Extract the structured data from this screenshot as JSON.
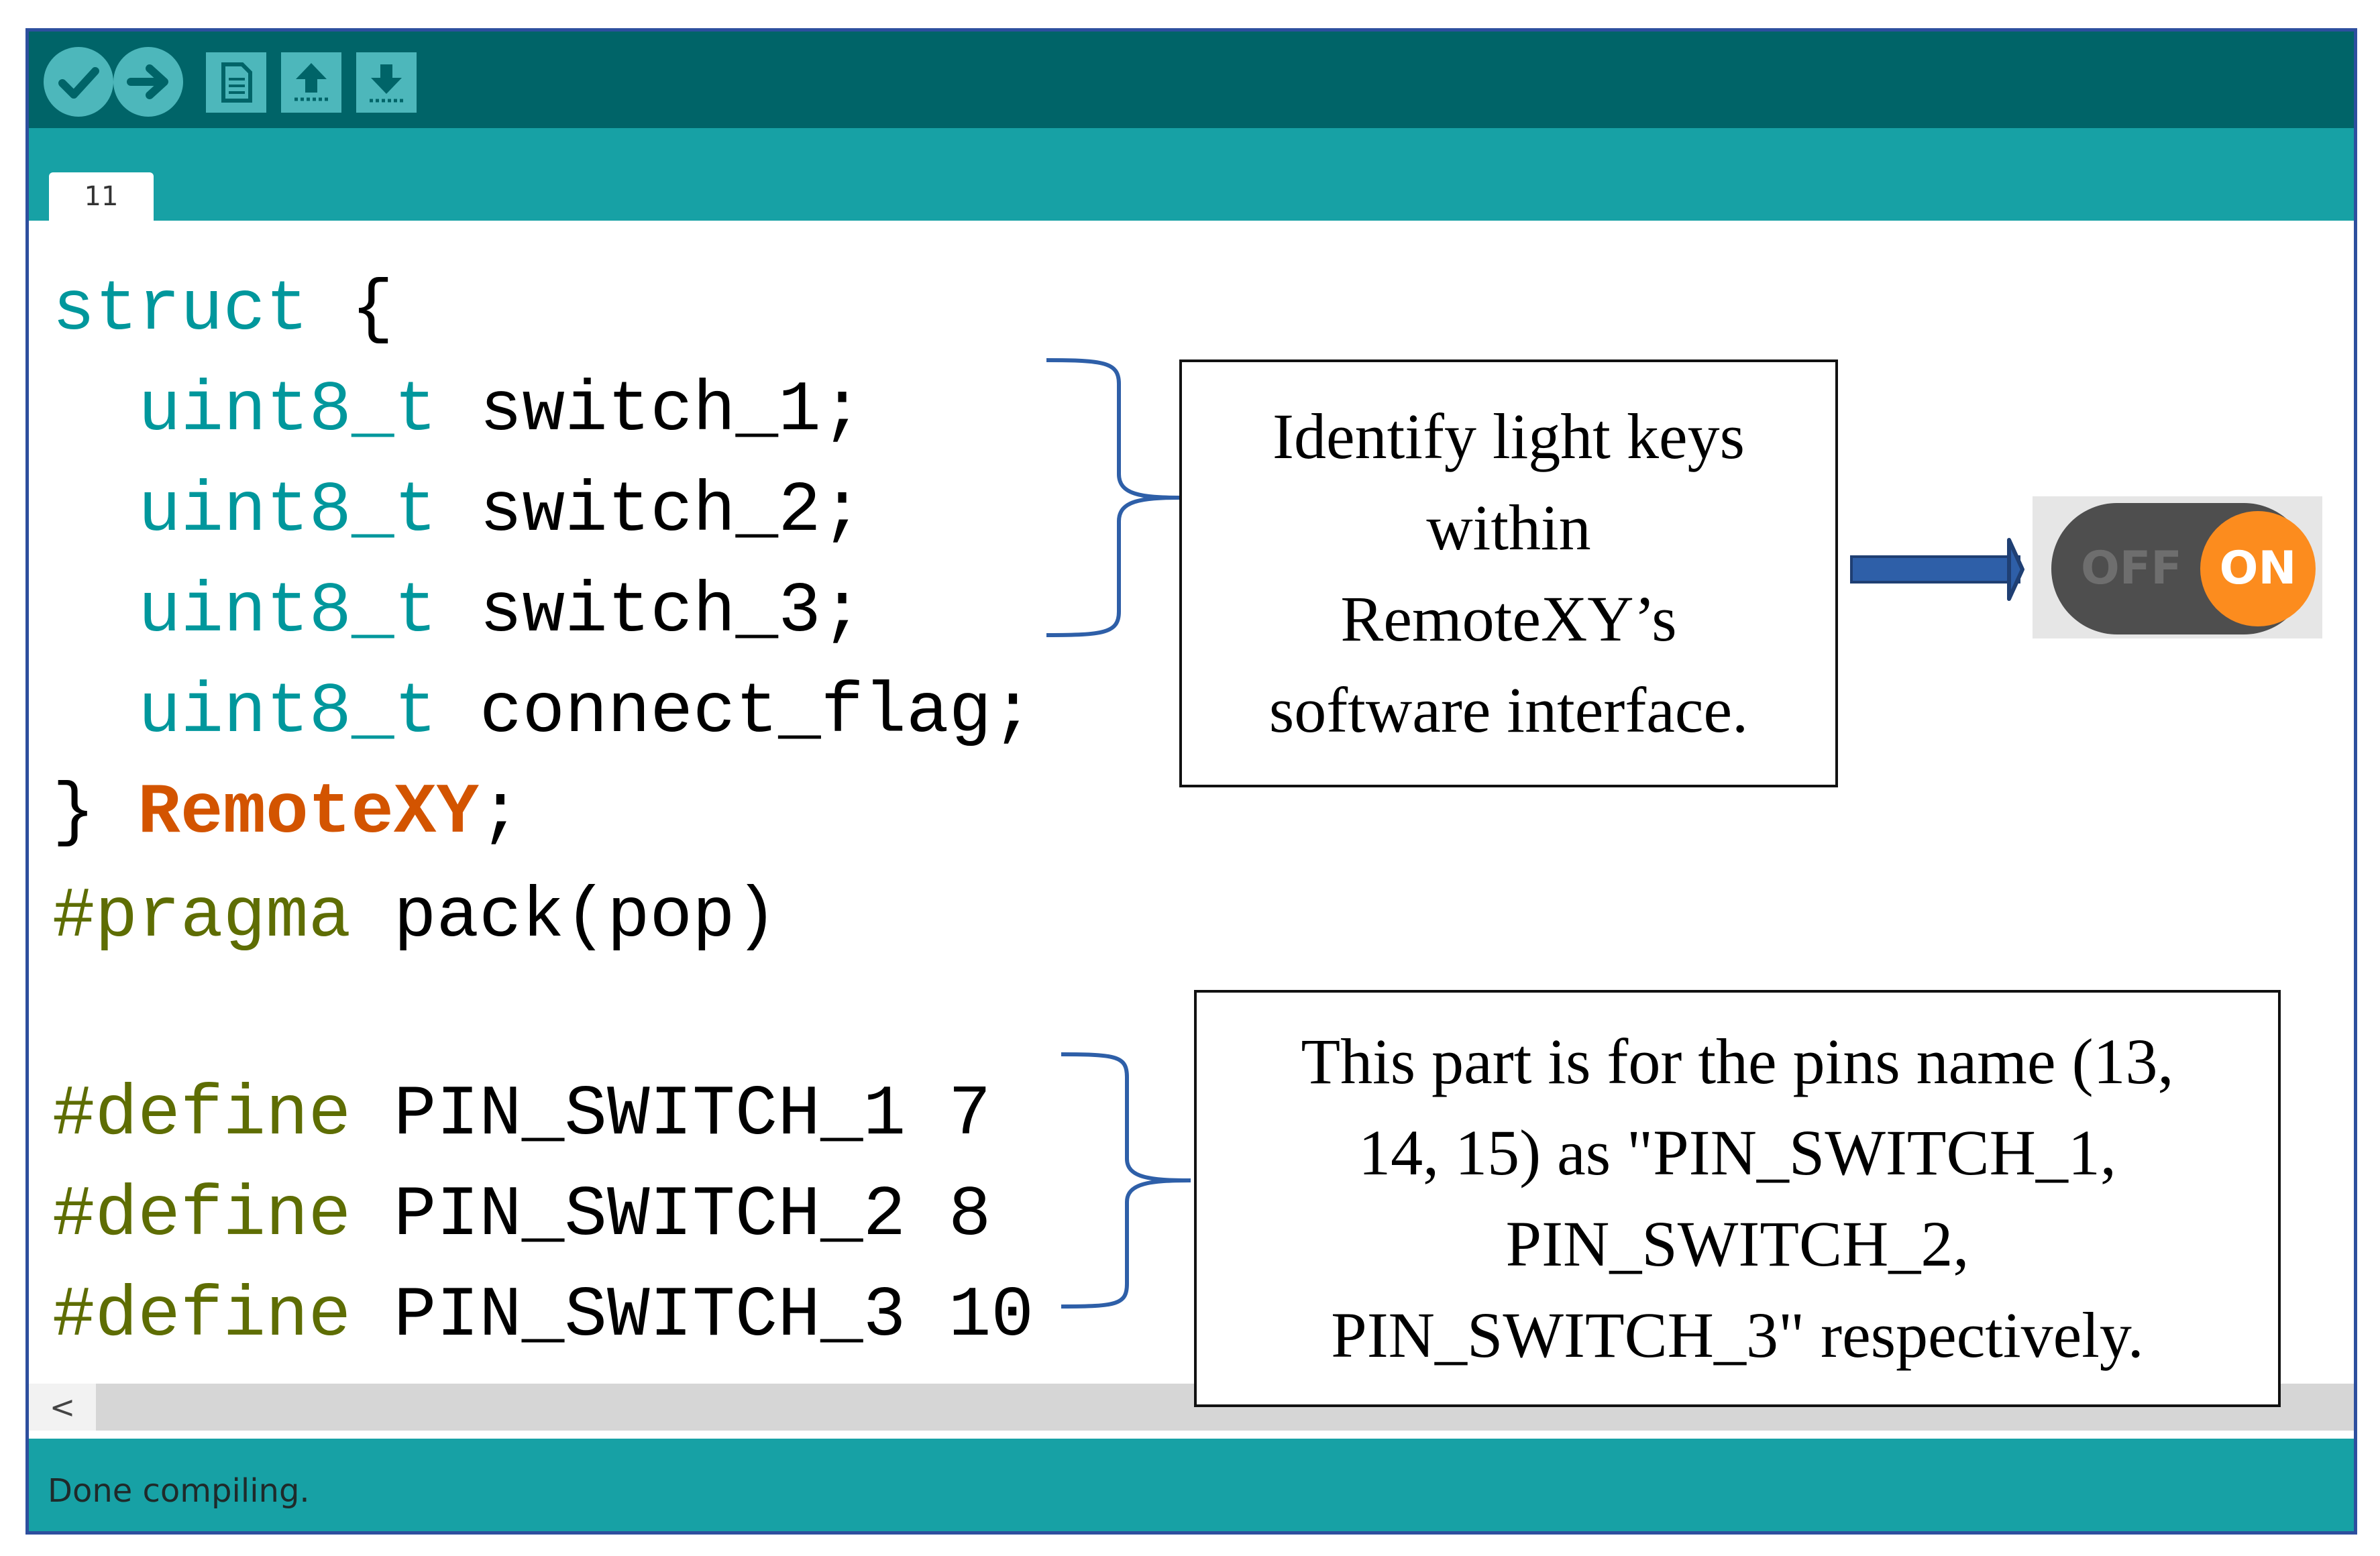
{
  "editor_tab": {
    "label": "11"
  },
  "code": {
    "line1": {
      "kw": "struct",
      "rest": " {"
    },
    "line2": {
      "type": "uint8_t",
      "rest": " switch_1;"
    },
    "line3": {
      "type": "uint8_t",
      "rest": " switch_2;"
    },
    "line4": {
      "type": "uint8_t",
      "rest": " switch_3;"
    },
    "line5": {
      "type": "uint8_t",
      "rest": " connect_flag;"
    },
    "line6": {
      "brace": "} ",
      "obj": "RemoteXY",
      "semi": ";"
    },
    "line7": {
      "pre": "#pragma",
      "rest": " pack(pop)"
    },
    "line8": {
      "pre": "#define",
      "rest": " PIN_SWITCH_1 7"
    },
    "line9": {
      "pre": "#define",
      "rest": " PIN_SWITCH_2 8"
    },
    "line10": {
      "pre": "#define",
      "rest": " PIN_SWITCH_3 10"
    }
  },
  "scrollbar": {
    "left_arrow": "<"
  },
  "status": {
    "message": "Done compiling."
  },
  "callouts": {
    "upper": {
      "lines": [
        "Identify light keys",
        "within",
        "RemoteXY’s",
        "software interface."
      ]
    },
    "lower": {
      "lines": [
        "This part is for the pins name (13,",
        "14, 15) as \"PIN_SWITCH_1,",
        "PIN_SWITCH_2,",
        "PIN_SWITCH_3\" respectively."
      ]
    }
  },
  "toggle": {
    "off_label": "OFF",
    "on_label": "ON"
  },
  "colors": {
    "toolbar": "#006468",
    "tabbar": "#17a1a5",
    "toolbar_button": "#4db7bb",
    "type_keyword": "#00979c",
    "preprocessor": "#5e6d03",
    "object_name": "#d35400",
    "annotation_line": "#2e5fa8",
    "toggle_on": "#fc8c1e"
  },
  "toolbar_icons": [
    "verify-icon",
    "upload-icon",
    "new-sketch-icon",
    "open-icon",
    "save-icon"
  ]
}
